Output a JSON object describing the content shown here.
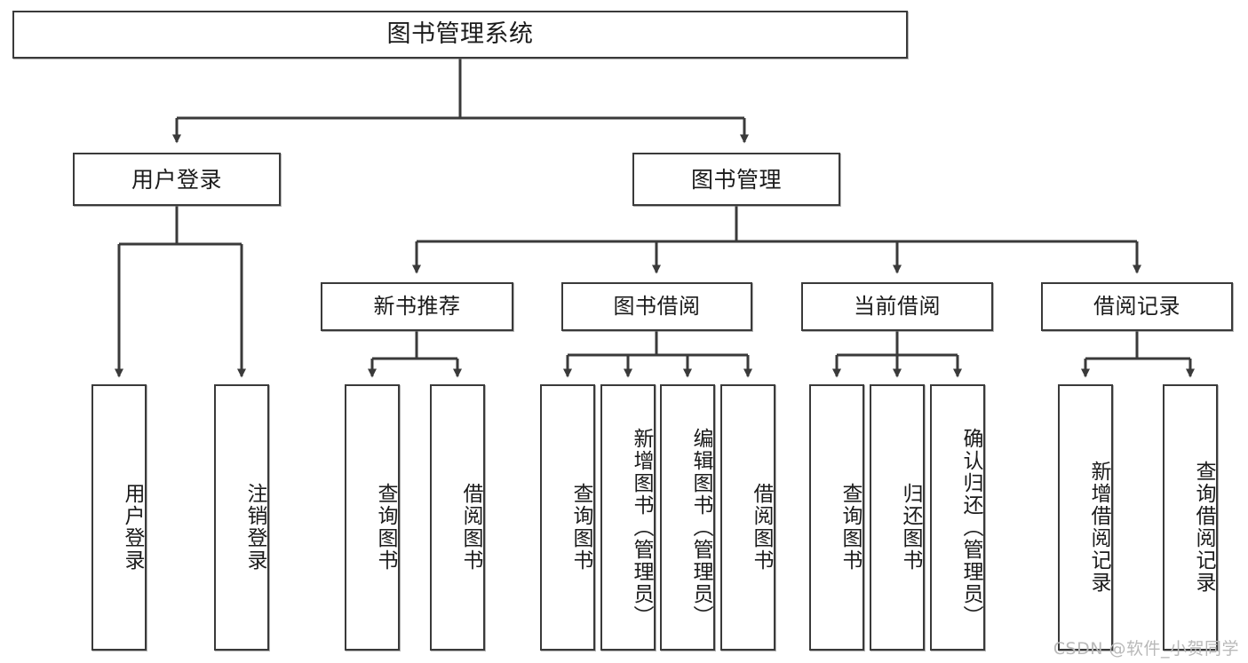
{
  "diagram": {
    "title": "图书管理系统",
    "type": "tree-hierarchy-chart",
    "watermark": "CSDN @软件_小贺同学",
    "colors": {
      "stroke": "#3a3a3a",
      "fill": "#ffffff",
      "text": "#1b1b1b",
      "watermark": "#b9b9b9"
    },
    "root": {
      "id": "root",
      "label": "图书管理系统"
    },
    "level2": [
      {
        "id": "n-user-login",
        "label": "用户登录"
      },
      {
        "id": "n-book-mgmt",
        "label": "图书管理"
      }
    ],
    "level3": [
      {
        "id": "n-new-book-rec",
        "label": "新书推荐",
        "parent": "n-book-mgmt"
      },
      {
        "id": "n-book-borrow",
        "label": "图书借阅",
        "parent": "n-book-mgmt"
      },
      {
        "id": "n-current-borrow",
        "label": "当前借阅",
        "parent": "n-book-mgmt"
      },
      {
        "id": "n-borrow-record",
        "label": "借阅记录",
        "parent": "n-book-mgmt"
      }
    ],
    "leaves": [
      {
        "id": "leaf-user-login",
        "label": "用户登录",
        "parent": "n-user-login"
      },
      {
        "id": "leaf-user-logout",
        "label": "注销登录",
        "parent": "n-user-login"
      },
      {
        "id": "leaf-rec-query",
        "label": "查询图书",
        "parent": "n-new-book-rec"
      },
      {
        "id": "leaf-rec-borrow",
        "label": "借阅图书",
        "parent": "n-new-book-rec"
      },
      {
        "id": "leaf-borrow-query",
        "label": "查询图书",
        "parent": "n-book-borrow"
      },
      {
        "id": "leaf-borrow-add",
        "label": "新增图书（管理员）",
        "parent": "n-book-borrow"
      },
      {
        "id": "leaf-borrow-edit",
        "label": "编辑图书（管理员）",
        "parent": "n-book-borrow"
      },
      {
        "id": "leaf-borrow-lend",
        "label": "借阅图书",
        "parent": "n-book-borrow"
      },
      {
        "id": "leaf-cur-query",
        "label": "查询图书",
        "parent": "n-current-borrow"
      },
      {
        "id": "leaf-cur-return",
        "label": "归还图书",
        "parent": "n-current-borrow"
      },
      {
        "id": "leaf-cur-confirm",
        "label": "确认归还（管理员）",
        "parent": "n-current-borrow"
      },
      {
        "id": "leaf-rec-add",
        "label": "新增借阅记录",
        "parent": "n-borrow-record"
      },
      {
        "id": "leaf-rec-query2",
        "label": "查询借阅记录",
        "parent": "n-borrow-record"
      }
    ]
  }
}
